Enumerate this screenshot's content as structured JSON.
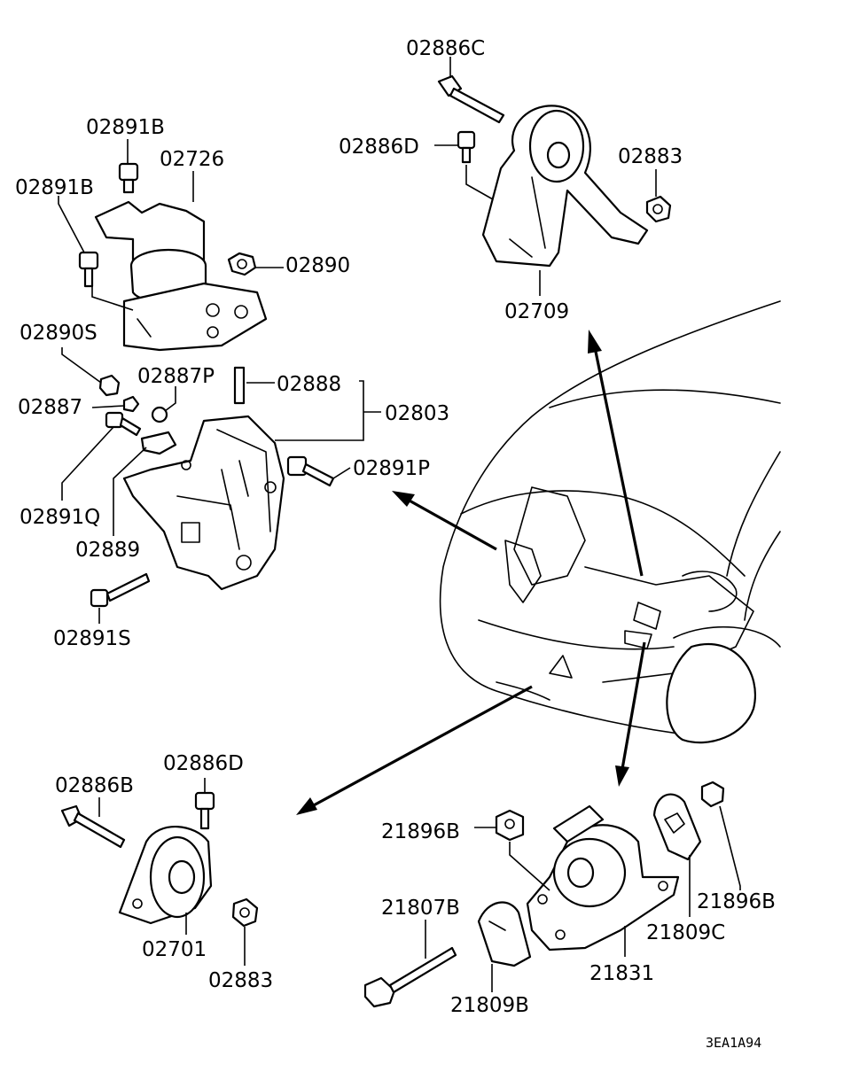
{
  "diagram": {
    "labels": {
      "l_02886C": "02886C",
      "l_02886D_top": "02886D",
      "l_02883_top": "02883",
      "l_02709": "02709",
      "l_02891B_a": "02891B",
      "l_02726": "02726",
      "l_02891B_b": "02891B",
      "l_02890": "02890",
      "l_02890S": "02890S",
      "l_02887P": "02887P",
      "l_02888": "02888",
      "l_02887": "02887",
      "l_02803": "02803",
      "l_02891P": "02891P",
      "l_02891Q": "02891Q",
      "l_02889": "02889",
      "l_02891S": "02891S",
      "l_02886B": "02886B",
      "l_02886D_bottom": "02886D",
      "l_02701": "02701",
      "l_02883_bottom": "02883",
      "l_21896B_left": "21896B",
      "l_21896B_right": "21896B",
      "l_21807B": "21807B",
      "l_21809C": "21809C",
      "l_21831": "21831",
      "l_21809B": "21809B"
    },
    "figure_code": "3EA1A94"
  }
}
